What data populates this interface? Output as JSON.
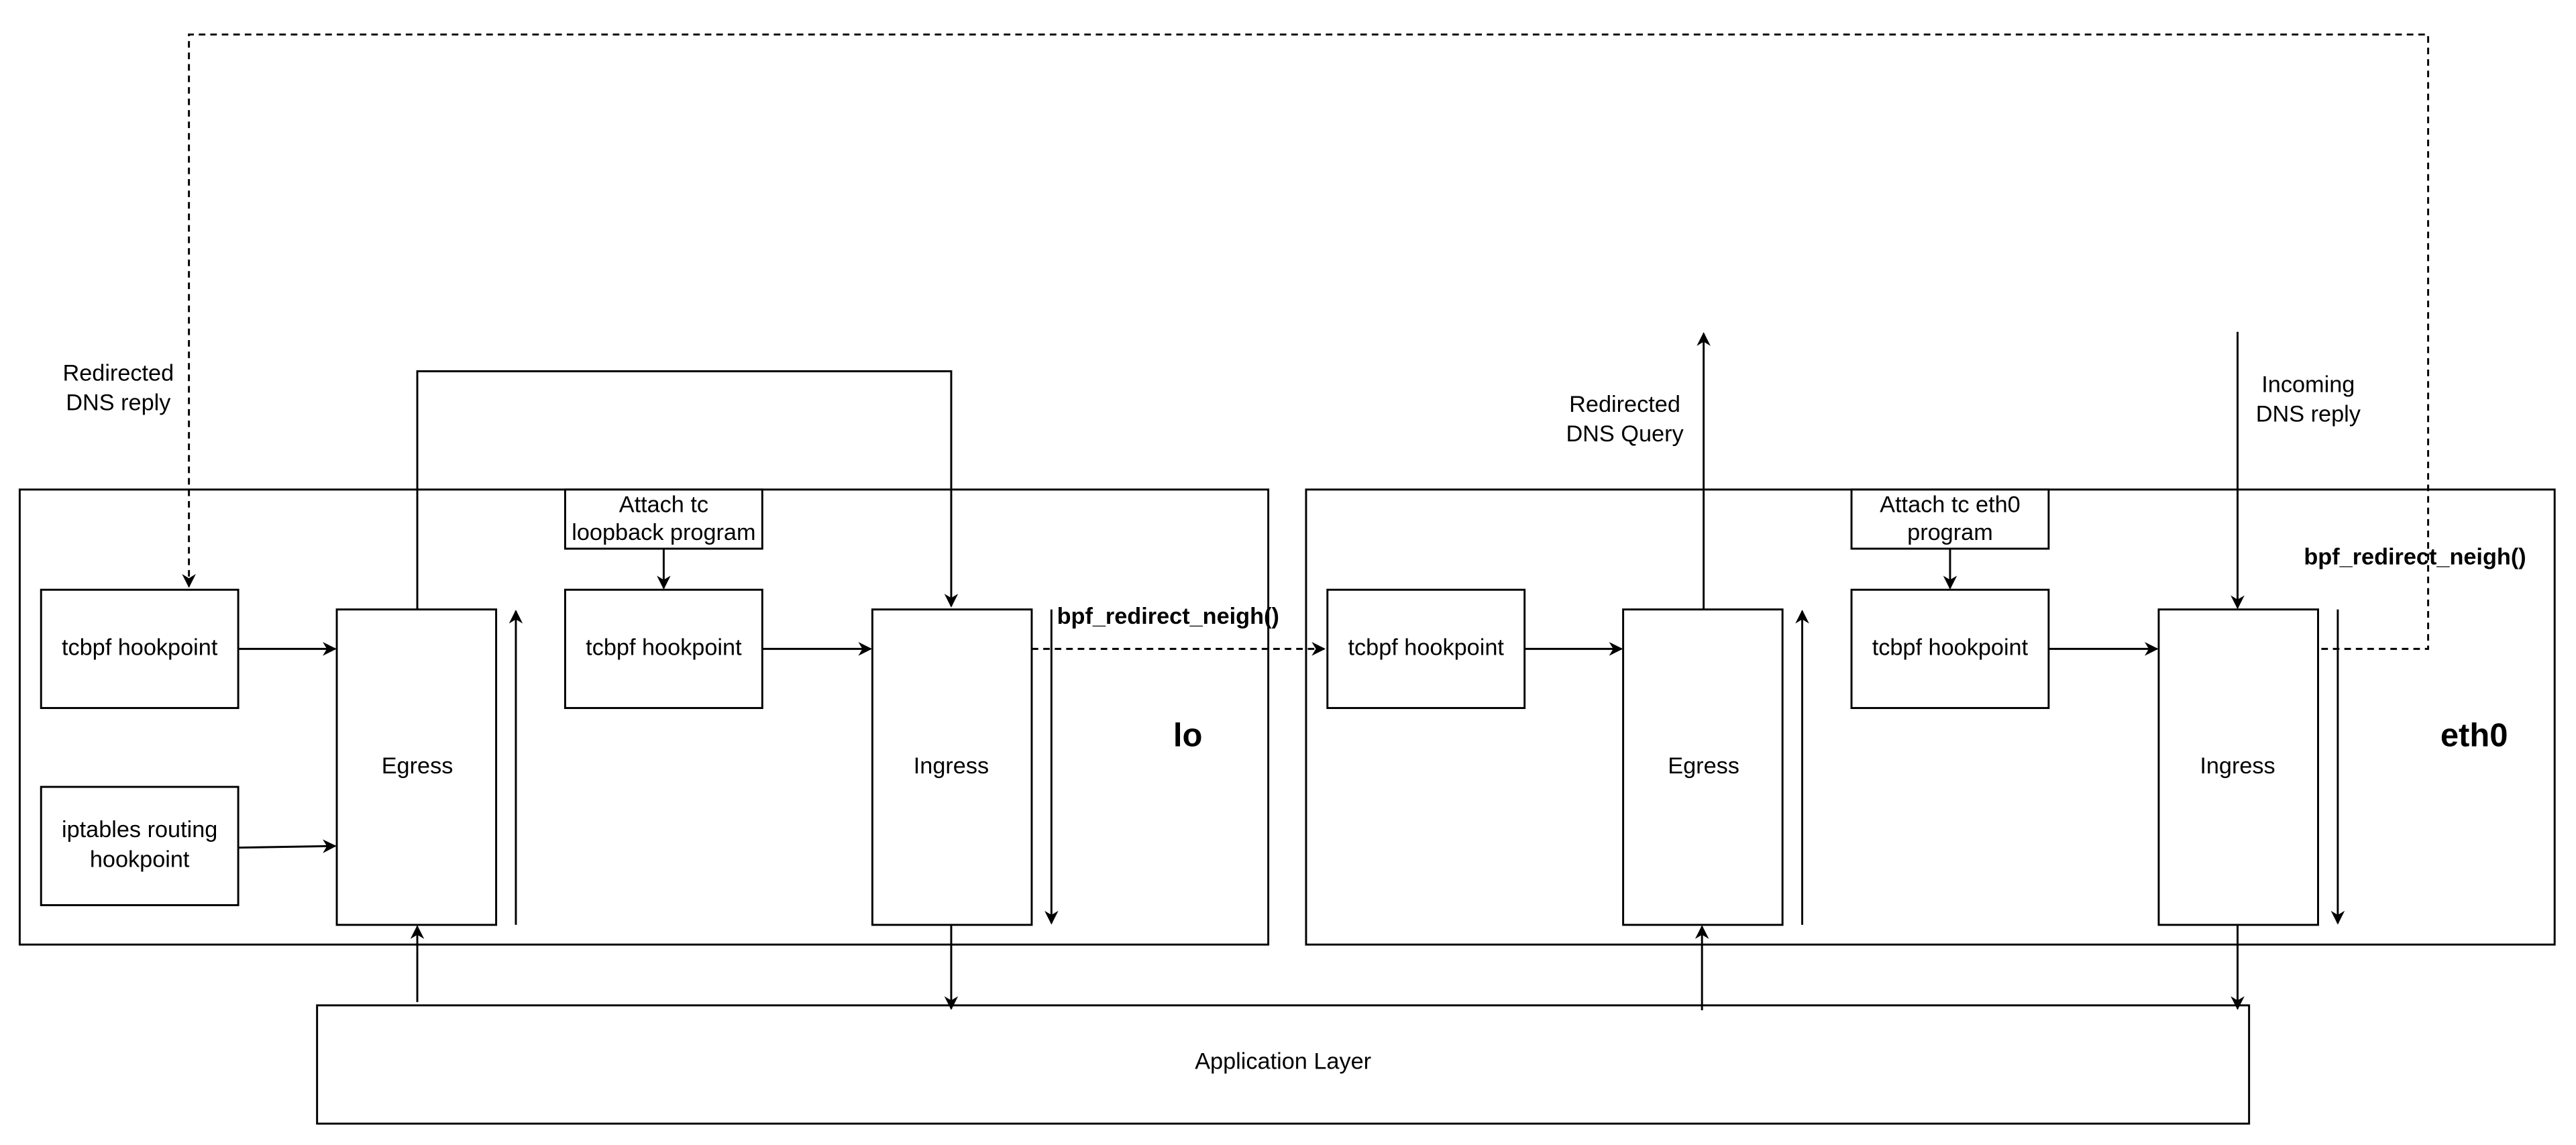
{
  "labels": {
    "redirected_dns_reply": [
      "Redirected",
      "DNS reply"
    ],
    "redirected_dns_query": [
      "Redirected",
      "DNS Query"
    ],
    "incoming_dns_reply": [
      "Incoming",
      "DNS reply"
    ],
    "application_layer": "Application Layer"
  },
  "lo": {
    "name": "lo",
    "tcbpf_left": "tcbpf hookpoint",
    "iptables": [
      "iptables routing",
      "hookpoint"
    ],
    "egress": "Egress",
    "attach": [
      "Attach tc",
      "loopback program"
    ],
    "tcbpf_mid": "tcbpf hookpoint",
    "ingress": "Ingress",
    "redirect": "bpf_redirect_neigh()"
  },
  "eth0": {
    "name": "eth0",
    "tcbpf_left": "tcbpf hookpoint",
    "egress": "Egress",
    "attach": [
      "Attach tc eth0",
      "program"
    ],
    "tcbpf_mid": "tcbpf hookpoint",
    "ingress": "Ingress",
    "redirect": "bpf_redirect_neigh()"
  }
}
